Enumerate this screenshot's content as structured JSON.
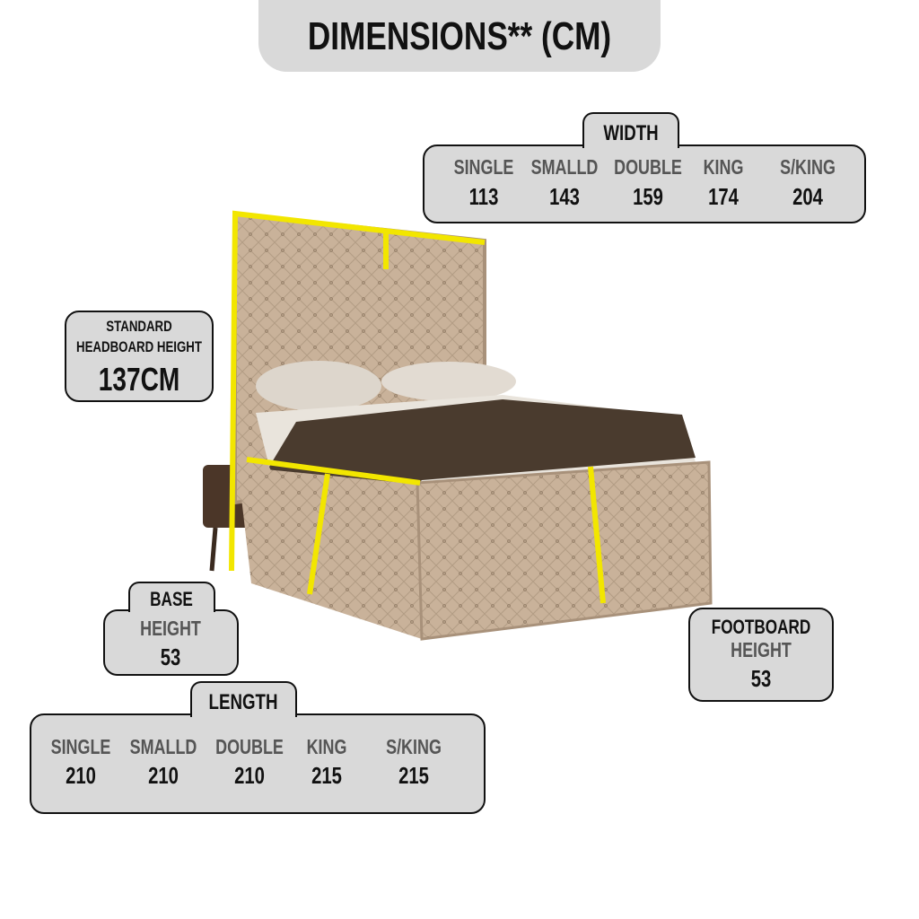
{
  "title": "DIMENSIONS** (CM)",
  "width": {
    "heading": "WIDTH",
    "sizes": [
      {
        "label": "SINGLE",
        "value": "113"
      },
      {
        "label": "SMALLD",
        "value": "143"
      },
      {
        "label": "DOUBLE",
        "value": "159"
      },
      {
        "label": "KING",
        "value": "174"
      },
      {
        "label": "S/KING",
        "value": "204"
      }
    ]
  },
  "headboard": {
    "line1": "STANDARD",
    "line2": "HEADBOARD HEIGHT",
    "value": "137CM"
  },
  "base": {
    "heading": "BASE",
    "label": "HEIGHT",
    "value": "53"
  },
  "footboard": {
    "heading": "FOOTBOARD",
    "label": "HEIGHT",
    "value": "53"
  },
  "length": {
    "heading": "LENGTH",
    "sizes": [
      {
        "label": "SINGLE",
        "value": "210"
      },
      {
        "label": "SMALLD",
        "value": "210"
      },
      {
        "label": "DOUBLE",
        "value": "210"
      },
      {
        "label": "KING",
        "value": "215"
      },
      {
        "label": "S/KING",
        "value": "215"
      }
    ]
  },
  "colors": {
    "panel": "#d9d9d9",
    "measure": "#f2e600",
    "fabric": "#c9b29a",
    "throw": "#4a3b2e"
  }
}
